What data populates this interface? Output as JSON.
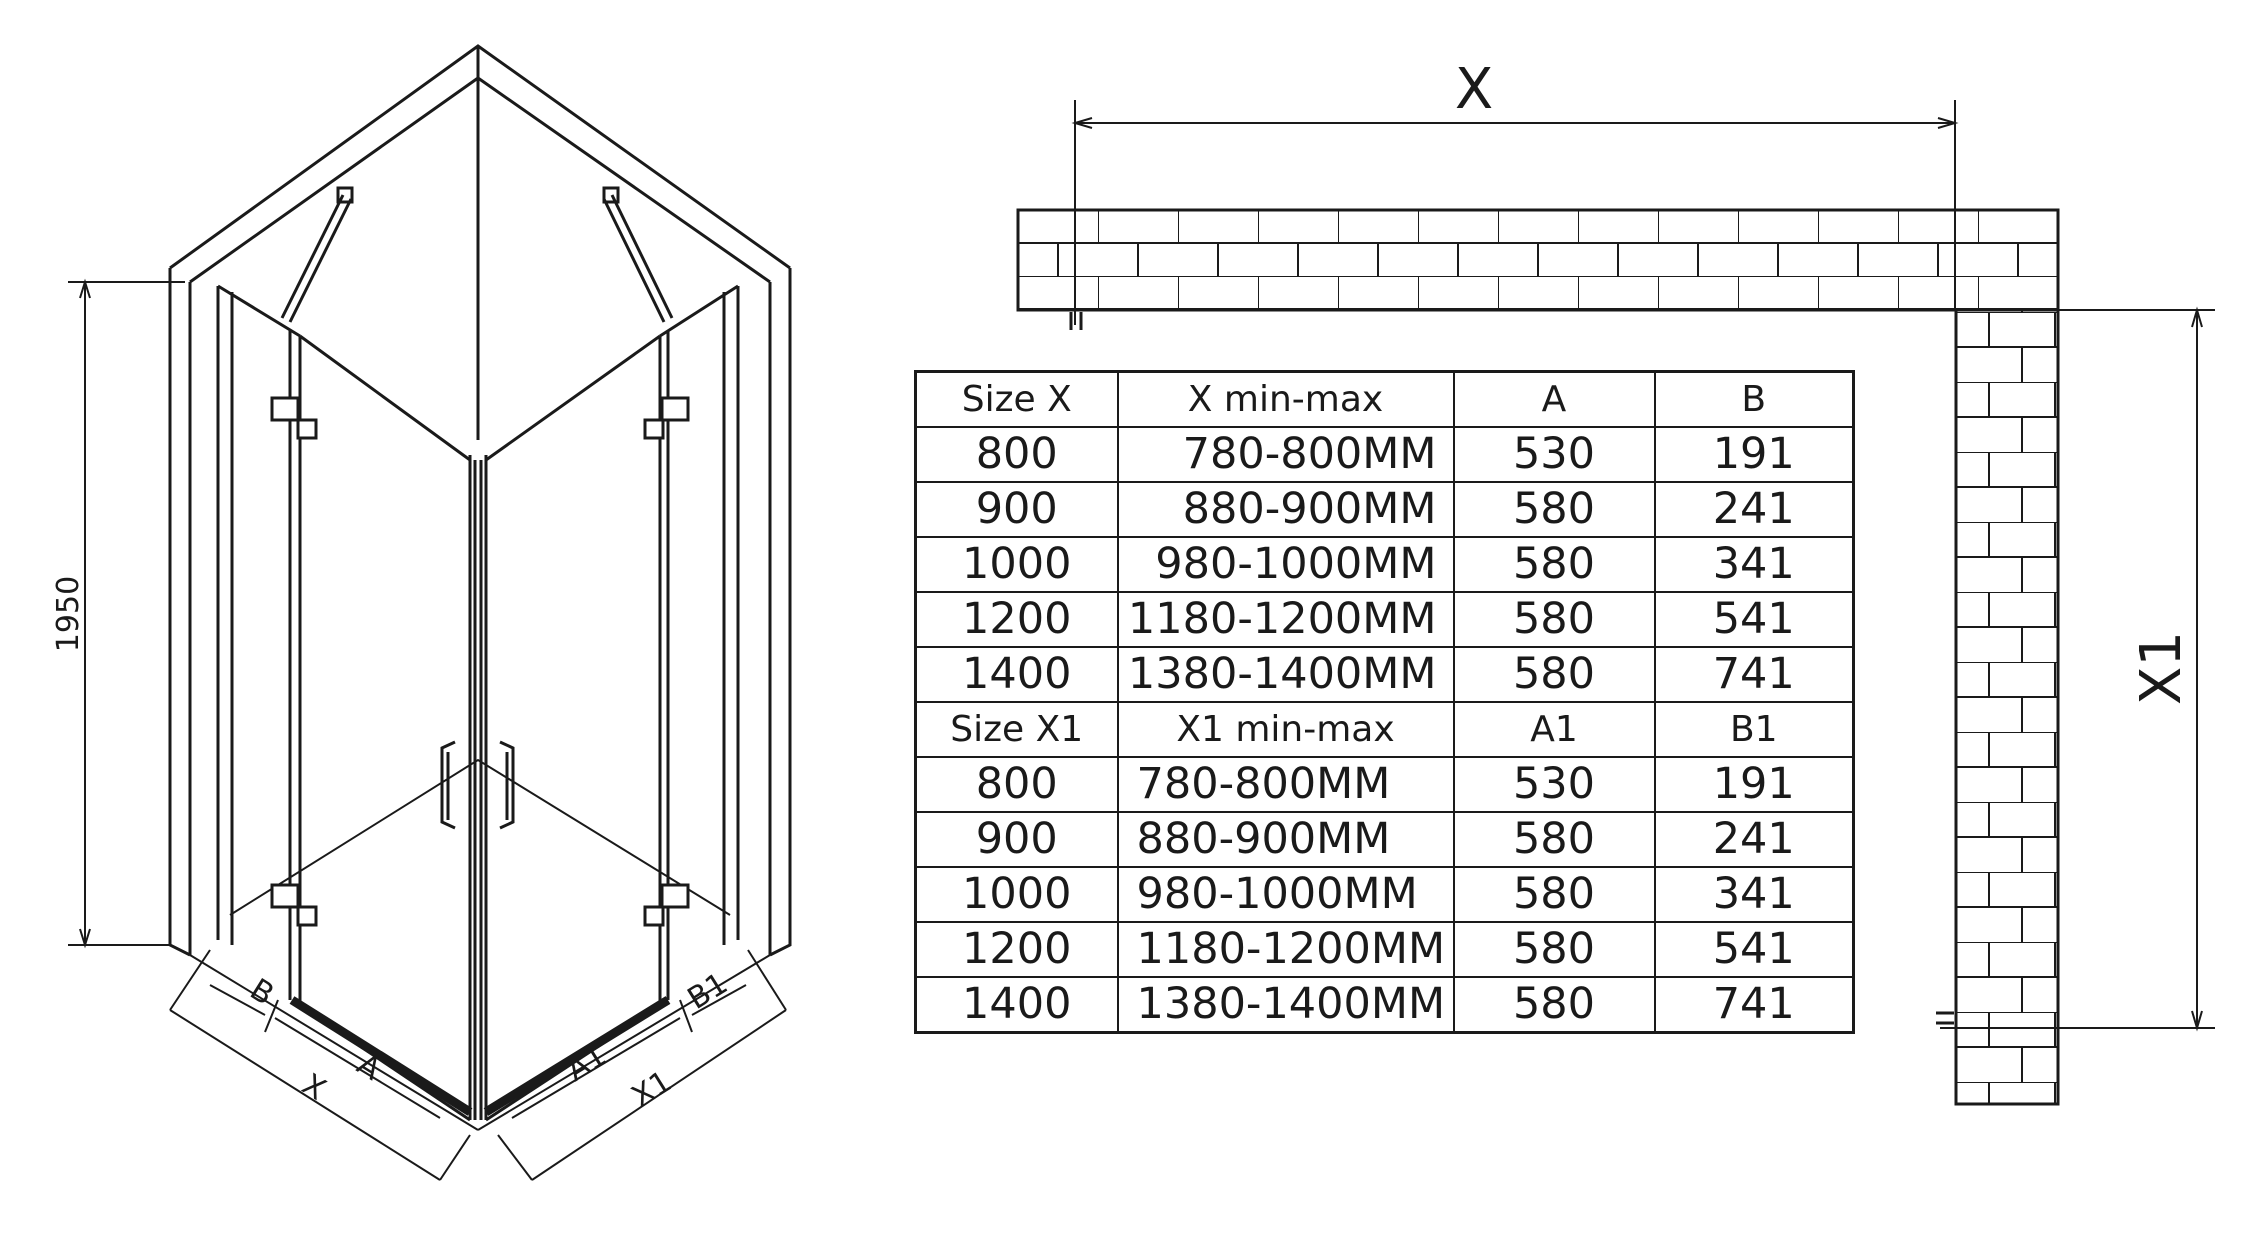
{
  "iso": {
    "height_label": "1950",
    "labels": {
      "b": "B",
      "x": "X",
      "a": "A",
      "a1": "A1",
      "x1": "X1",
      "b1": "B1"
    }
  },
  "plan": {
    "top_dim": "X",
    "side_dim": "X1"
  },
  "table": {
    "header1": [
      "Size  X",
      "X  min-max",
      "A",
      "B"
    ],
    "rows1": [
      [
        "800",
        "780-800MM",
        "530",
        "191"
      ],
      [
        "900",
        "880-900MM",
        "580",
        "241"
      ],
      [
        "1000",
        "980-1000MM",
        "580",
        "341"
      ],
      [
        "1200",
        "1180-1200MM",
        "580",
        "541"
      ],
      [
        "1400",
        "1380-1400MM",
        "580",
        "741"
      ]
    ],
    "header2": [
      "Size   X1",
      "X1 min-max",
      "A1",
      "B1"
    ],
    "rows2": [
      [
        "800",
        "780-800MM",
        "530",
        "191"
      ],
      [
        "900",
        "880-900MM",
        "580",
        "241"
      ],
      [
        "1000",
        "980-1000MM",
        "580",
        "341"
      ],
      [
        "1200",
        "1180-1200MM",
        "580",
        "541"
      ],
      [
        "1400",
        "1380-1400MM",
        "580",
        "741"
      ]
    ]
  }
}
